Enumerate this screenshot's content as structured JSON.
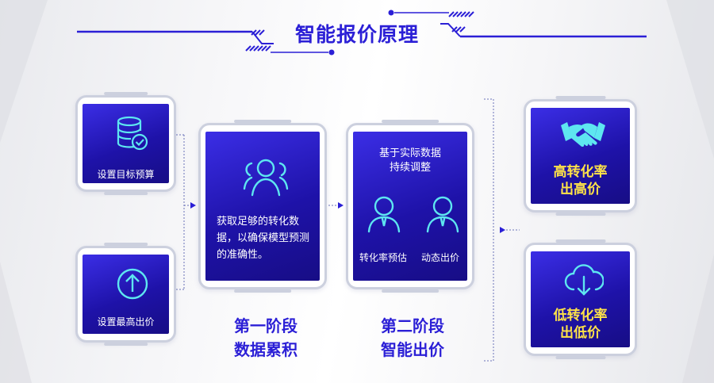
{
  "title": "智能报价原理",
  "inputs": {
    "budget_label": "设置目标预算",
    "max_bid_label": "设置最高出价"
  },
  "stage1": {
    "description": "获取足够的转化数据，以确保模型预测的准确性。",
    "heading_line1": "第一阶段",
    "heading_line2": "数据累积"
  },
  "stage2": {
    "description_line1": "基于实际数据",
    "description_line2": "持续调整",
    "person1_label": "转化率预估",
    "person2_label": "动态出价",
    "heading_line1": "第二阶段",
    "heading_line2": "智能出价"
  },
  "outputs": {
    "high_line1": "高转化率",
    "high_line2": "出高价",
    "low_line1": "低转化率",
    "low_line2": "出低价"
  },
  "colors": {
    "brand_blue": "#2b1fd6",
    "accent_cyan": "#5ee6f0",
    "highlight_yellow": "#ffe347"
  }
}
